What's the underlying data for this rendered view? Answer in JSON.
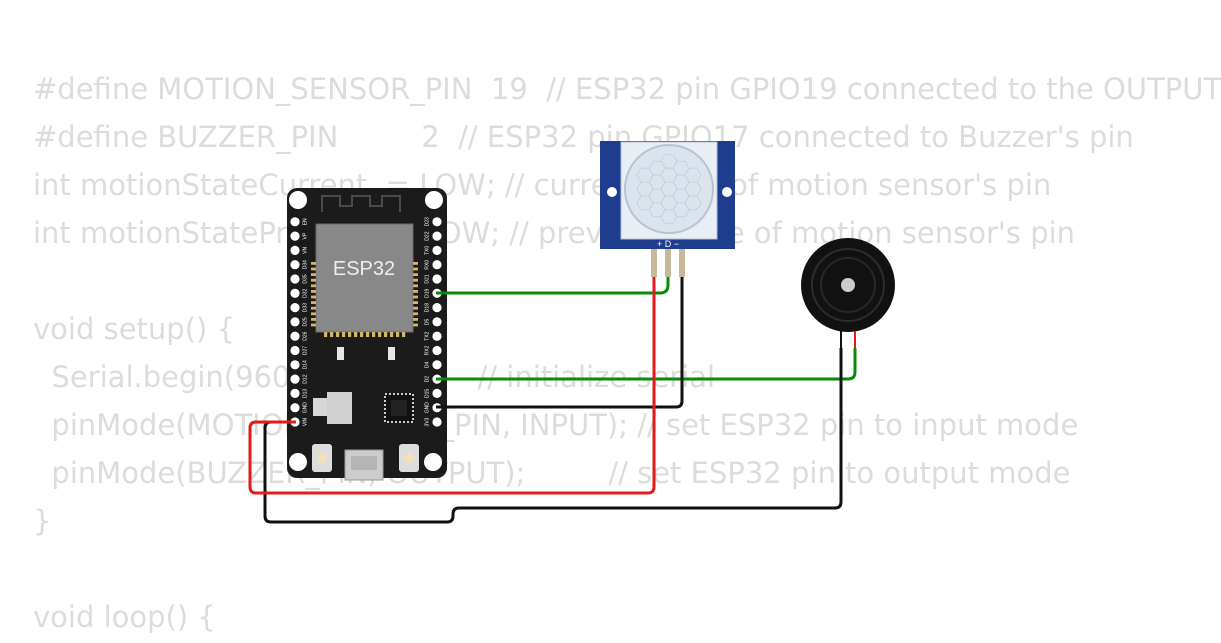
{
  "code_lines": [
    "#define MOTION_SENSOR_PIN  19  // ESP32 pin GPIO19 connected to the OUTPUT",
    "#define BUZZER_PIN         2  // ESP32 pin GPIO17 connected to Buzzer's pin",
    "int motionStateCurrent  = LOW; // current state of motion sensor's pin",
    "int motionStatePrevious = LOW; // previous state of motion sensor's pin",
    "",
    "void setup() {",
    "  Serial.begin(9600);                // initialize serial",
    "  pinMode(MOTION_SENSOR_PIN, INPUT); // set ESP32 pin to input mode",
    "  pinMode(BUZZER_PIN, OUTPUT);         // set ESP32 pin to output mode",
    "}",
    "",
    "void loop() {"
  ],
  "board": {
    "label": "ESP32",
    "left_pins": [
      "VIN",
      "GND",
      "D13",
      "D12",
      "D14",
      "D27",
      "D26",
      "D25",
      "D33",
      "D32",
      "D35",
      "D34",
      "VN",
      "VP",
      "EN"
    ],
    "right_pins": [
      "3V3",
      "GND",
      "D15",
      "D2",
      "D4",
      "RX2",
      "TX2",
      "D5",
      "D18",
      "D19",
      "D21",
      "RX0",
      "TX0",
      "D22",
      "D23"
    ]
  },
  "pir": {
    "pin_labels": "+ D −"
  },
  "colors": {
    "wire_green": "#0a8a0a",
    "wire_red": "#e41b1b",
    "wire_black": "#111111",
    "board": "#1b1b1b",
    "pir": "#1e3d8f",
    "code": "#dcdcdc"
  }
}
